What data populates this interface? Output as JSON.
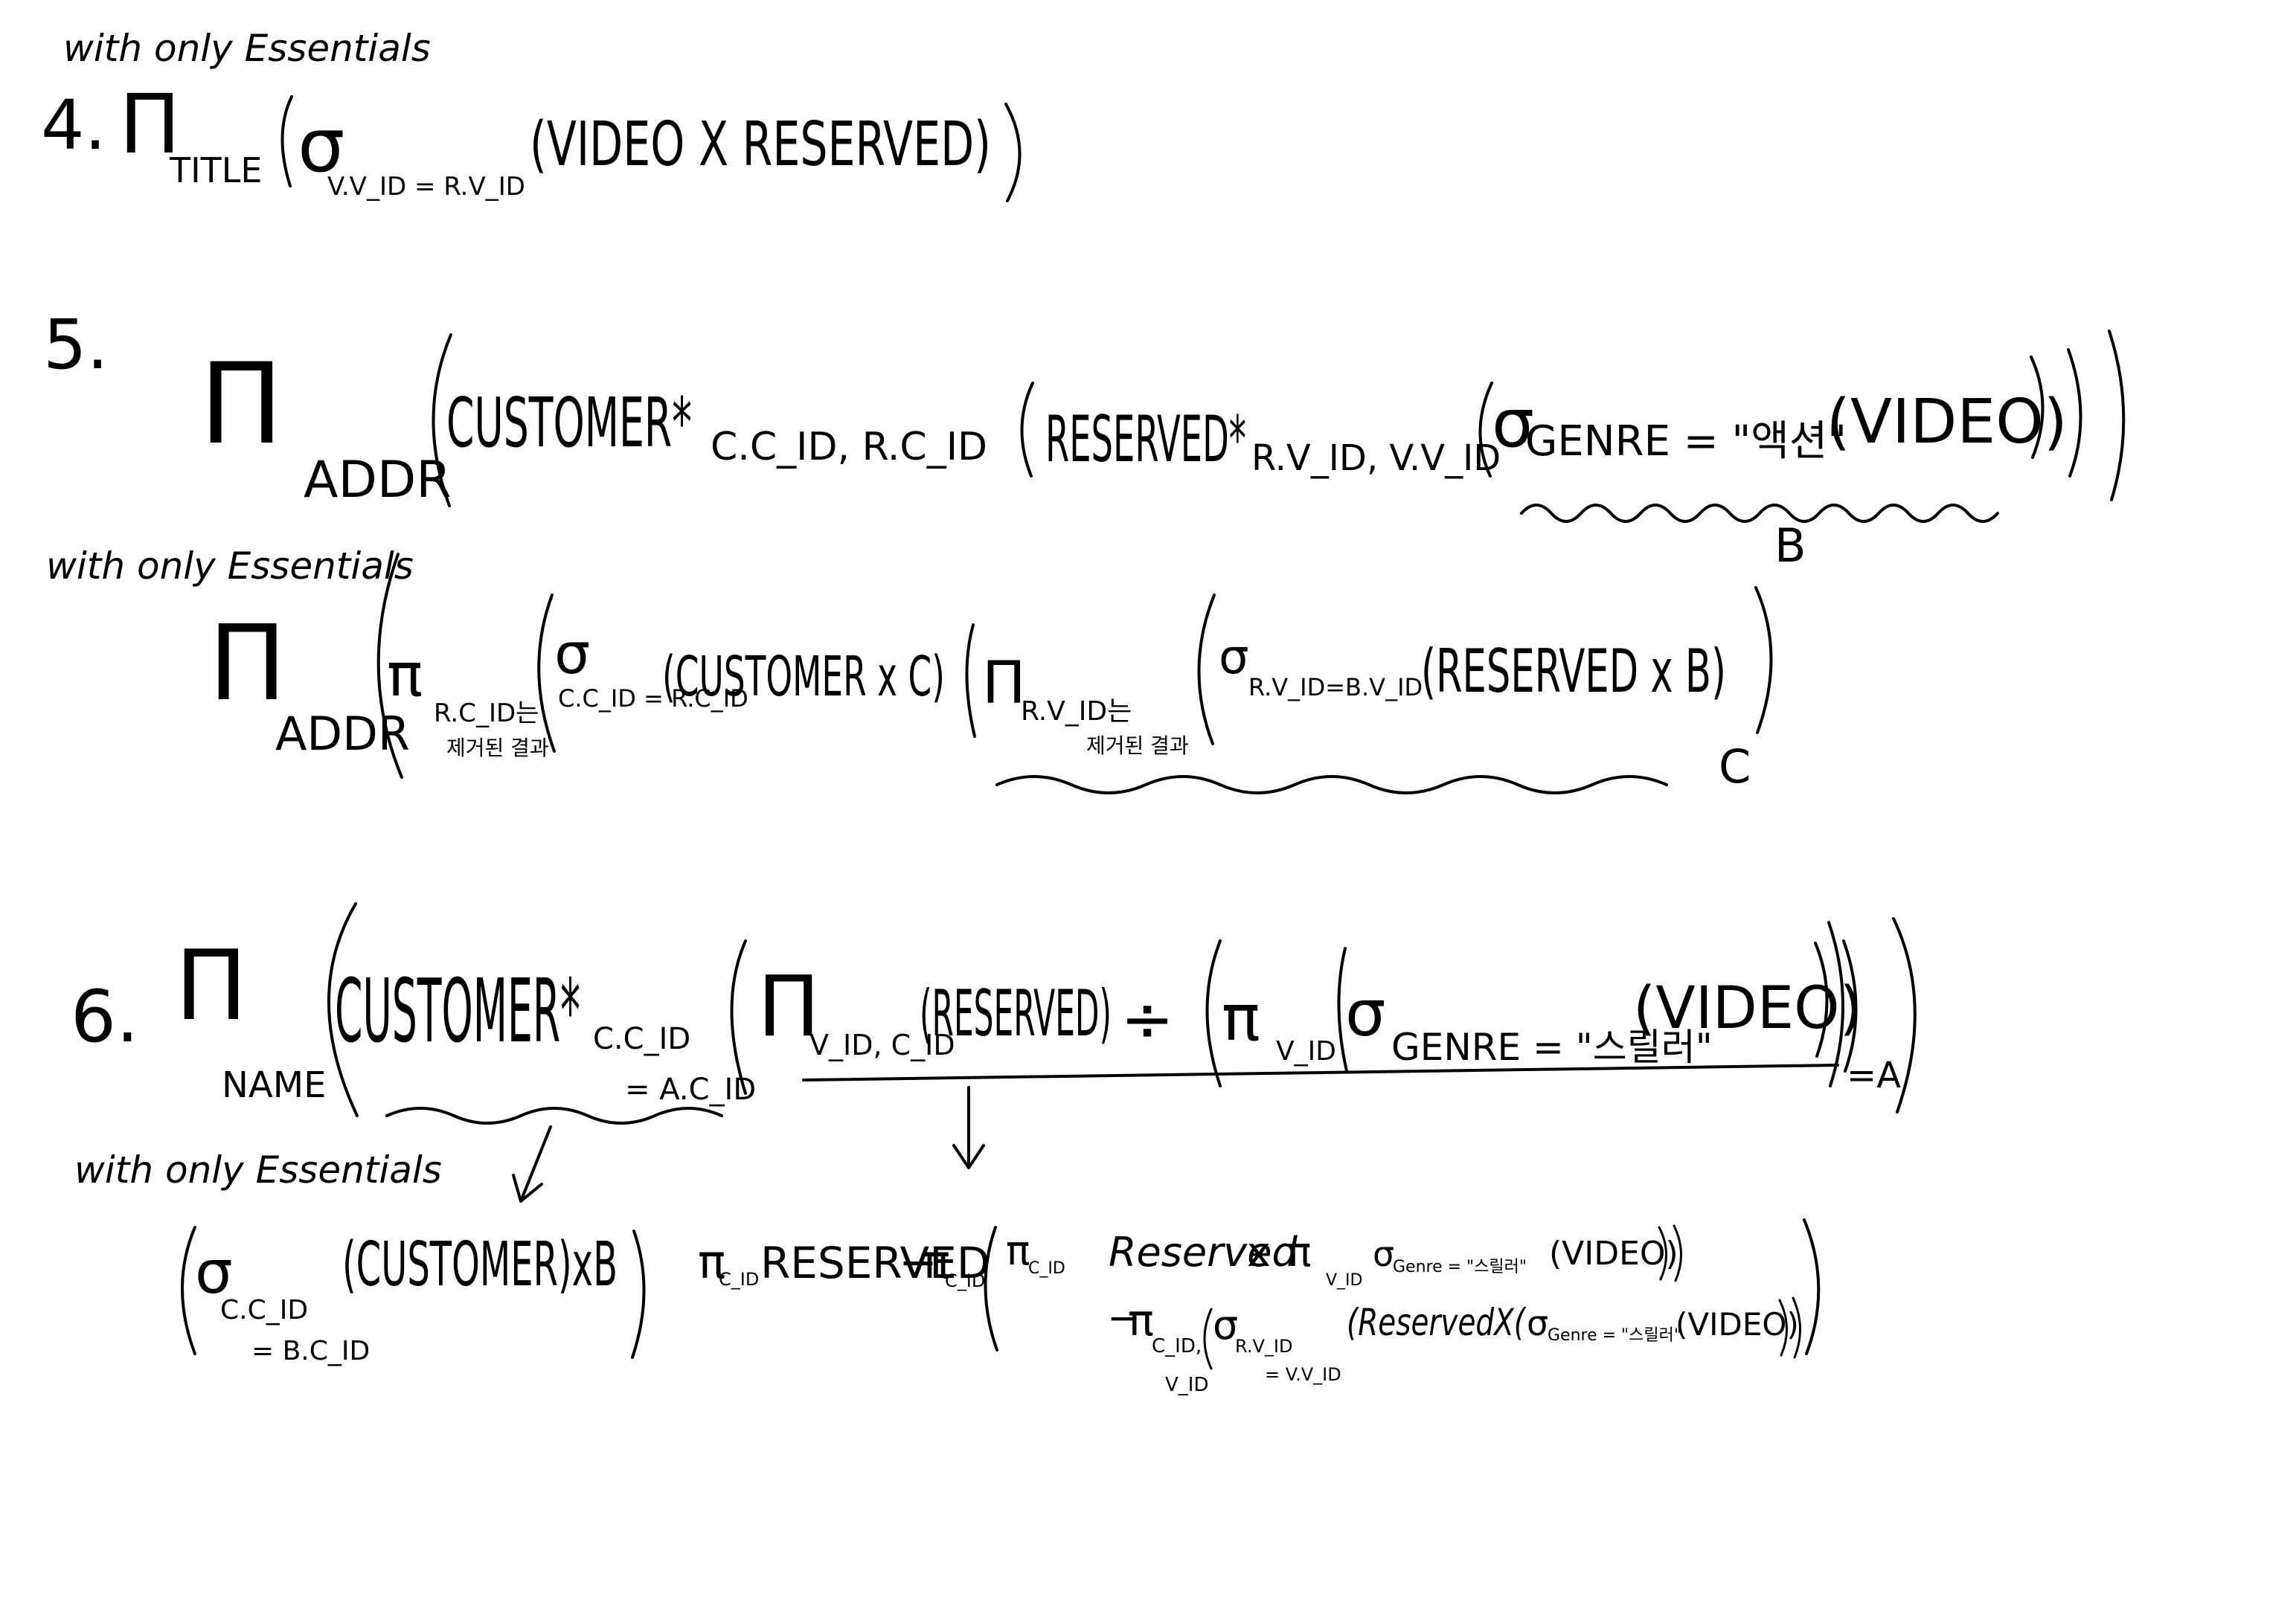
{
  "items": {
    "q4": {
      "note": "with only Essentials",
      "number": "4.",
      "pi": "Π",
      "proj_sub": "TITLE",
      "sigma": "σ",
      "sel_sub": "V.V_ID = R.V_ID",
      "body": "(VIDEO X RESERVED)"
    },
    "q5": {
      "number": "5.",
      "pi": "Π",
      "proj_sub": "ADDR",
      "customer": "CUSTOMER*",
      "join1_sub": "C.C_ID, R.C_ID",
      "reserved": "RESERVED*",
      "join2_sub": "R.V_ID, V.V_ID",
      "sigma": "σ",
      "genre_cond": "GENRE = \"액션\"",
      "video": "(VIDEO)",
      "label_b": "B",
      "note": "with only Essentials",
      "alt_pi": "Π",
      "alt_proj_sub": "ADDR",
      "alt_pi2": "π",
      "alt_pi2_sub": "R.C_ID는",
      "alt_note1": "제거된 결과",
      "alt_sigma": "σ",
      "alt_sigma_sub": "C.C_ID = R.C_ID",
      "alt_customer": "(CUSTOMER x C)",
      "alt_pi3": "Π",
      "alt_pi3_sub": "R.V_ID는",
      "alt_note2": "제거된 결과",
      "alt_sigma2": "σ",
      "alt_sigma2_sub": "R.V_ID=B.V_ID",
      "alt_reserved": "(RESERVED x B)",
      "label_c": "C"
    },
    "q6": {
      "number": "6.",
      "pi": "Π",
      "proj_sub": "NAME",
      "customer": "CUSTOMER*",
      "join_sub": "C.C_ID",
      "join_sub2": "= A.C_ID",
      "pi2": "Π",
      "pi2_sub": "V_ID, C_ID",
      "reserved": "(RESERVED)",
      "div": "÷",
      "pi3": "π",
      "pi3_sub": "V_ID",
      "sigma": "σ",
      "genre_cond": "GENRE = \"스릴러\"",
      "video": "(VIDEO)",
      "label_a": "=A",
      "note": "with only Essentials",
      "alt_sigma": "σ",
      "alt_sigma_sub": "C.C_ID",
      "alt_sigma_sub2": "= B.C_ID",
      "alt_body": "(CUSTOMER)xB",
      "alt_pi_c": "π",
      "alt_pi_c_sub": "C_ID",
      "alt_reserved": "RESERVED",
      "alt_minus": "−",
      "alt_pi_c2": "π",
      "alt_pi_c2_sub": "C_ID",
      "alt_pi_c3": "π",
      "alt_pi_c3_sub": "C_ID",
      "alt_reserved2": "Reserved",
      "alt_times": "x",
      "alt_pi_v": "π",
      "alt_pi_v_sub": "V_ID",
      "alt_sigma2": "σ",
      "alt_genre2": "Genre = \"스릴러\"",
      "alt_video2": "(VIDEO)",
      "alt_minus2": "−",
      "alt_pi_cv": "π",
      "alt_pi_cv_sub": "C_ID,",
      "alt_pi_cv_sub2": "V_ID",
      "alt_sigma3": "σ",
      "alt_sigma3_sub": "R.V_ID",
      "alt_sigma3_sub2": "= V.V_ID",
      "alt_reserved3": "(ReservedX(",
      "alt_sigma4": "σ",
      "alt_genre3": "Genre = \"스릴러\"",
      "alt_video3": "(VIDEO)"
    }
  }
}
